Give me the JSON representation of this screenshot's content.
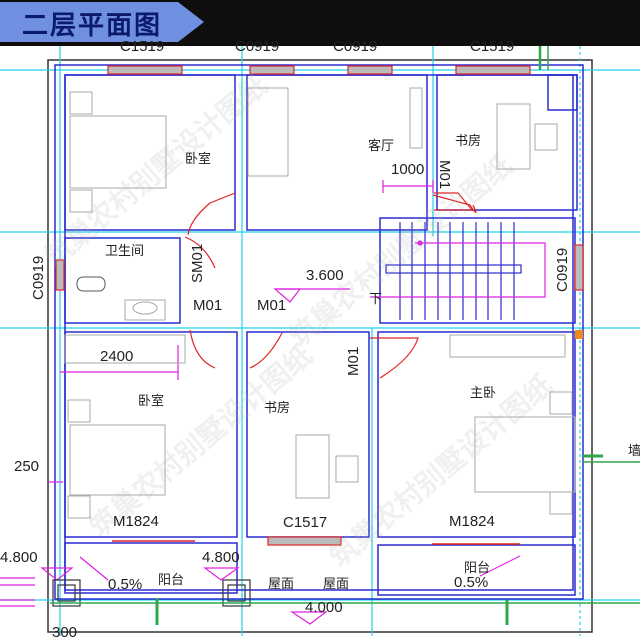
{
  "header": {
    "title": "二层平面图"
  },
  "window_labels": {
    "top": [
      "C1519",
      "C0919",
      "C0919",
      "C1519"
    ],
    "left": "C0919",
    "right": "C0919",
    "bottom_study": "C1517"
  },
  "rooms": {
    "bedroom_nw": "卧室",
    "living_room": "客厅",
    "study_ne": "书房",
    "bathroom": "卫生间",
    "bedroom_sw": "卧室",
    "study_s": "书房",
    "master_bedroom": "主卧",
    "balcony_w": "阳台",
    "balcony_e": "阳台",
    "roof_1": "屋面",
    "roof_2": "屋面",
    "wall_partial": "墙"
  },
  "door_labels": {
    "sm01": "SM01",
    "m01_a": "M01",
    "m01_b": "M01",
    "m01_study_ne": "M01",
    "m01_study_s": "M01",
    "m1824_w": "M1824",
    "m1824_e": "M1824"
  },
  "dimensions": {
    "d1000": "1000",
    "d2400": "2400",
    "d250": "250",
    "d300": "300",
    "stair_down": "下"
  },
  "elevations": {
    "floor": "3.600",
    "balcony_w": "4.800",
    "balcony_mid": "4.800",
    "roof": "4.000"
  },
  "slopes": {
    "balcony_w": "0.5%",
    "balcony_e": "0.5%"
  },
  "watermark": "筑巢农村别墅设计图纸",
  "colors": {
    "wall": "#2b2bd0",
    "axis": "#22d3e6",
    "window": "#e02424",
    "dimension": "#e020e0",
    "header_bg": "#0f0d0d",
    "title_bg": "#6f8fe0",
    "title_text": "#0b1a6a"
  }
}
